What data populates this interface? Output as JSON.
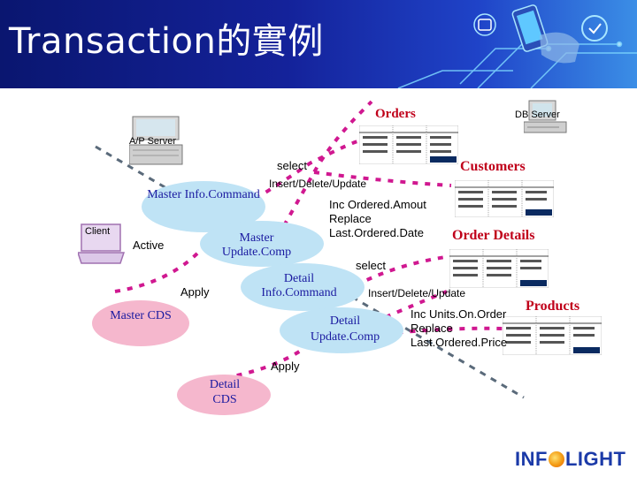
{
  "header": {
    "title": "Transaction的實例"
  },
  "labels": {
    "orders": "Orders",
    "db_server": "DB Server",
    "ap_server": "A/P Server",
    "select_1": "select",
    "customers": "Customers",
    "insert_delete_update_1": "Insert/Delete/Update",
    "master_info_command": "Master Info.Command",
    "client": "Client",
    "note_orders_1": "Inc Ordered.Amout",
    "note_orders_2": "Replace",
    "note_orders_3": "Last.Ordered.Date",
    "order_details": "Order Details",
    "active": "Active",
    "master_update_comp": "Master Update.Comp",
    "select_2": "select",
    "apply_1": "Apply",
    "detail_info_command": "Detail Info.Command",
    "insert_delete_update_2": "Insert/Delete/Update",
    "products": "Products",
    "master_cds": "Master CDS",
    "detail_update_comp": "Detail Update.Comp",
    "note_products_1": "Inc Units.On.Order",
    "note_products_2": "Replace",
    "note_products_3": "Last.Ordered.Price",
    "apply_2": "Apply",
    "detail_cds": "Detail CDS"
  },
  "logo": {
    "text_before": "INF",
    "text_after": "LIGHT"
  },
  "colors": {
    "accent_red": "#c0001a",
    "text_blue": "#1a1aa0",
    "bubble_blue": "#bfe3f5",
    "bubble_pink": "#f5b7cd",
    "dashed_purple": "#d01890",
    "dashed_slate": "#5a6a7a"
  },
  "icons": [
    "server-computer-icon",
    "client-laptop-icon"
  ]
}
